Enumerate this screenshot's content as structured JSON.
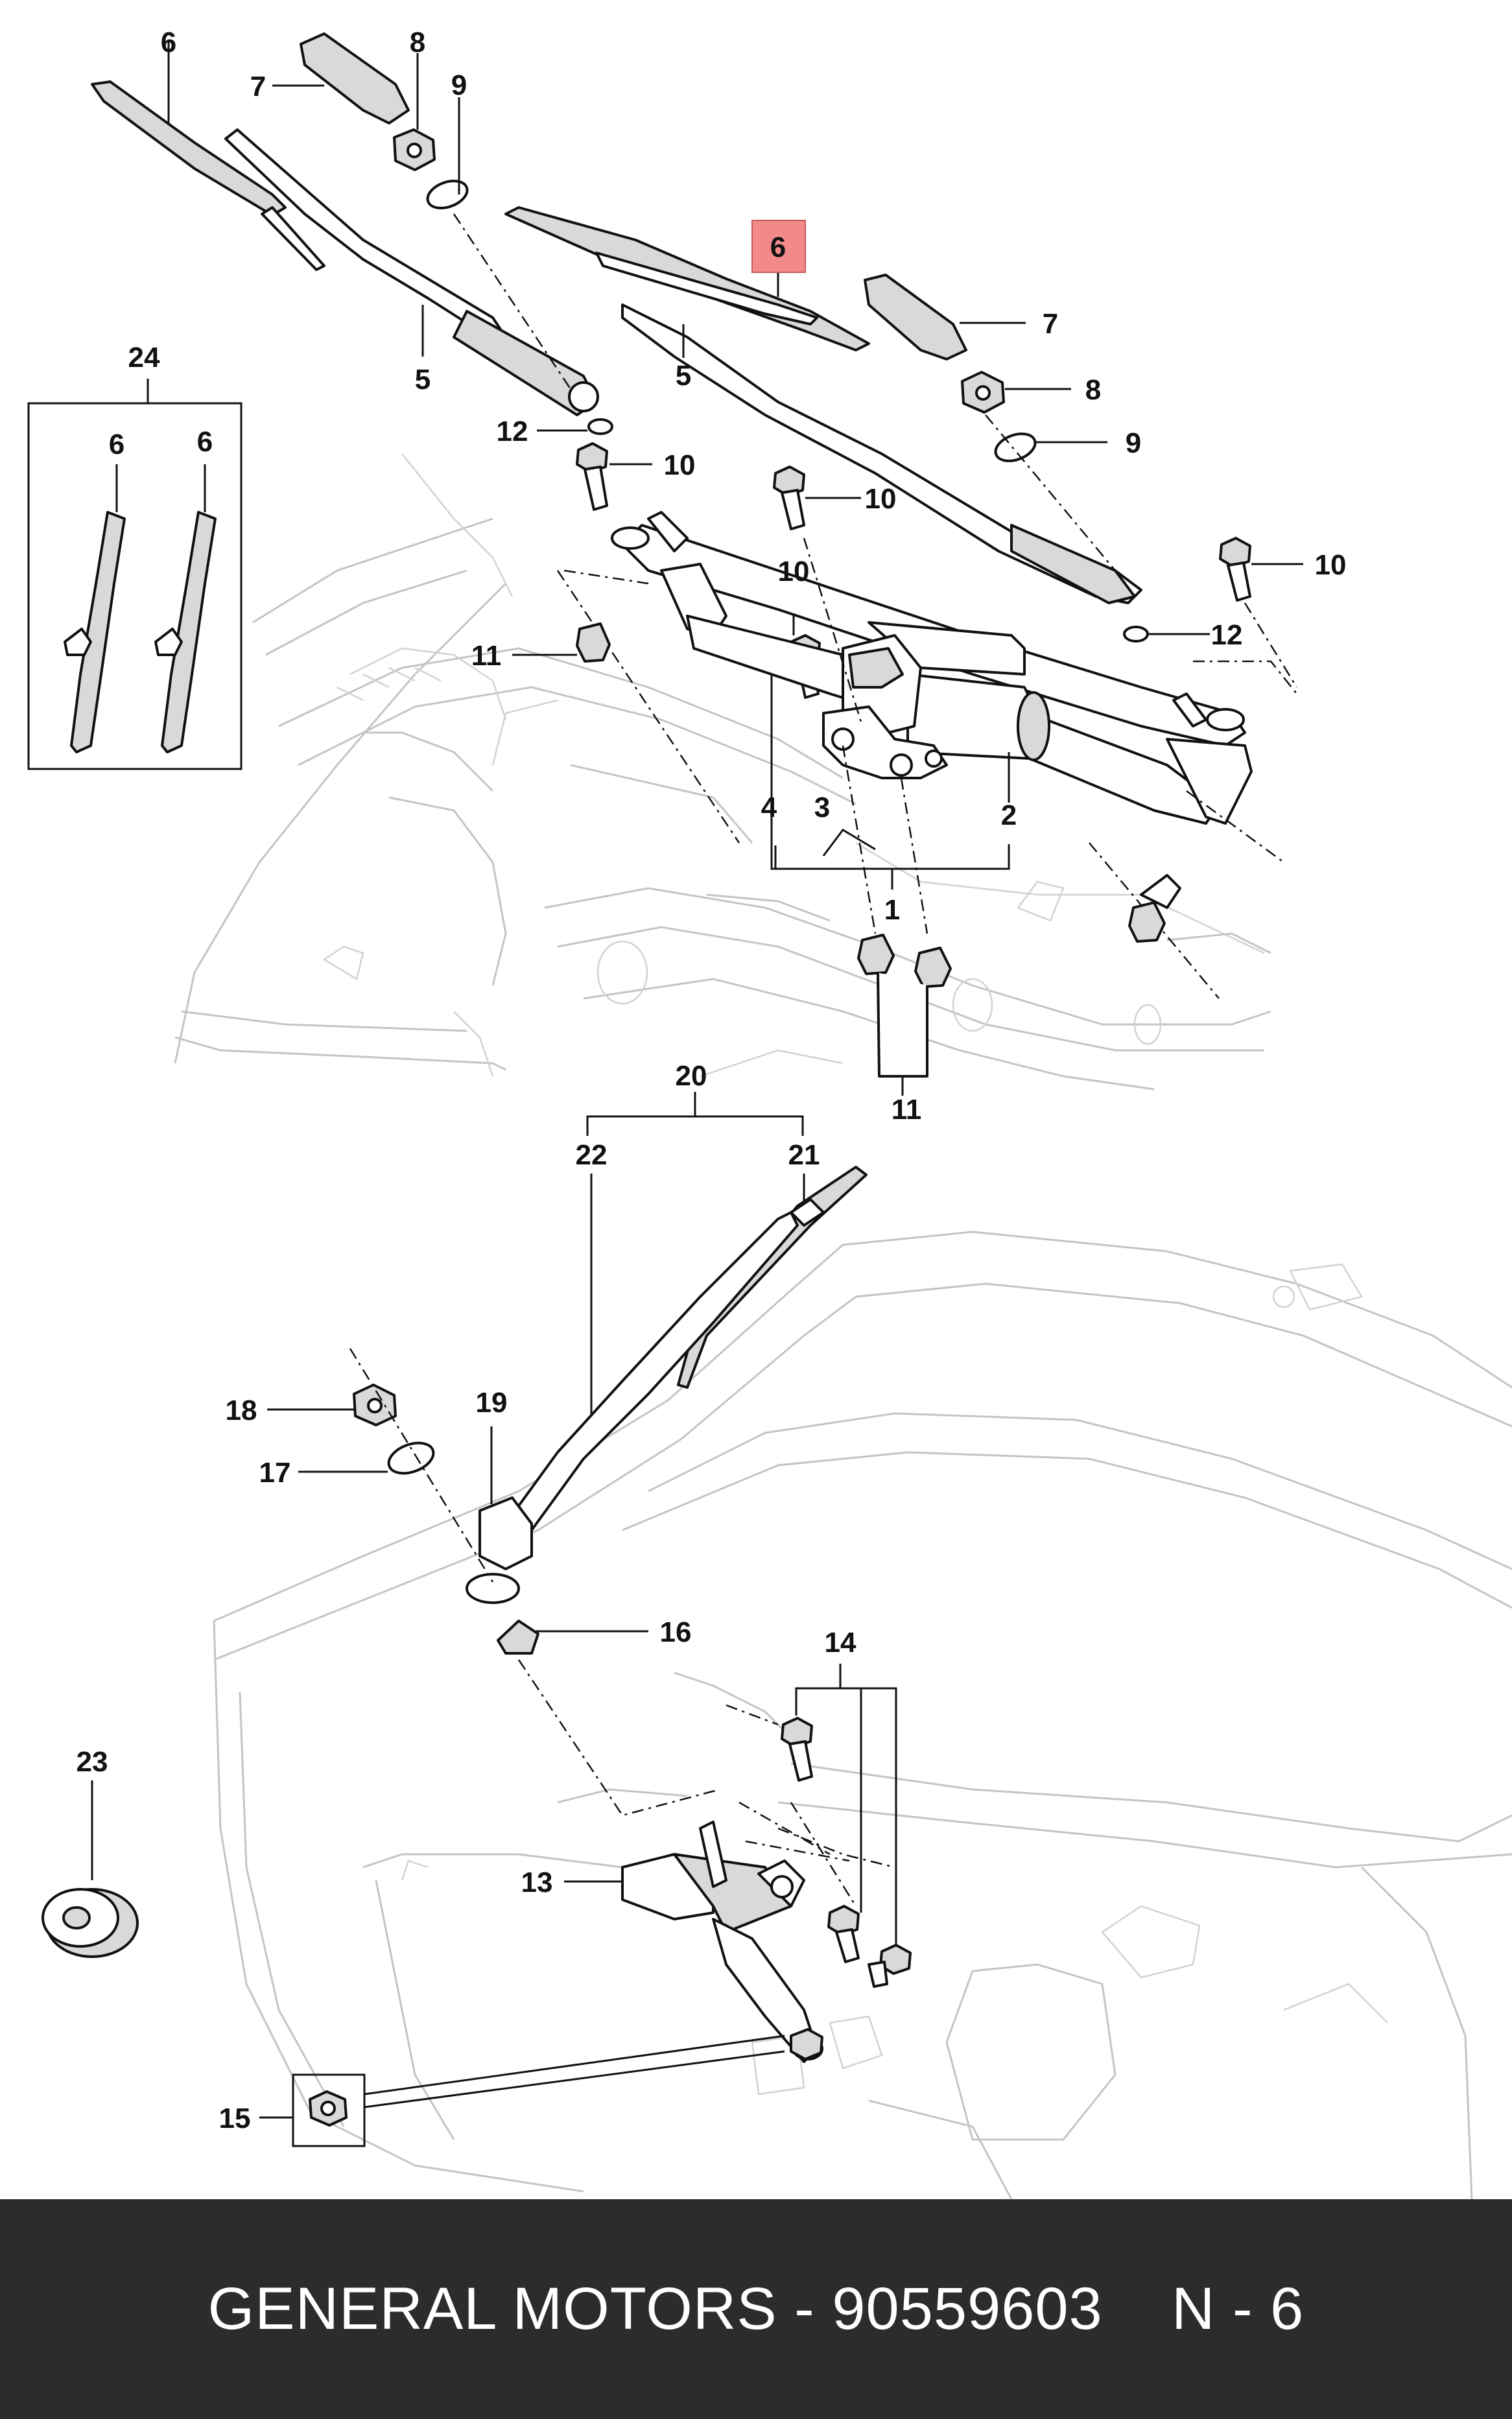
{
  "colors": {
    "footer_background": "#2c2c2c",
    "footer_text": "#ffffff",
    "highlight": "#f28a8a",
    "line": "#111111",
    "ghost_line": "#c4c4c4"
  },
  "callouts": {
    "c1": "1",
    "c2": "2",
    "c3": "3",
    "c4": "4",
    "c5a": "5",
    "c5b": "5",
    "c6a": "6",
    "c6_highlight": "6",
    "c6_inset_a": "6",
    "c6_inset_b": "6",
    "c7a": "7",
    "c7b": "7",
    "c8a": "8",
    "c8b": "8",
    "c9a": "9",
    "c9b": "9",
    "c10a": "10",
    "c10b": "10",
    "c10c": "10",
    "c10d": "10",
    "c11a": "11",
    "c11b": "11",
    "c12a": "12",
    "c12b": "12",
    "c13": "13",
    "c14": "14",
    "c15": "15",
    "c16": "16",
    "c17": "17",
    "c18": "18",
    "c19": "19",
    "c20": "20",
    "c21": "21",
    "c22": "22",
    "c23": "23",
    "c24": "24"
  },
  "footer": {
    "brand": "GENERAL MOTORS",
    "separator": " - ",
    "part_number": "90559603",
    "gap": "    ",
    "reference": "N - 6"
  }
}
